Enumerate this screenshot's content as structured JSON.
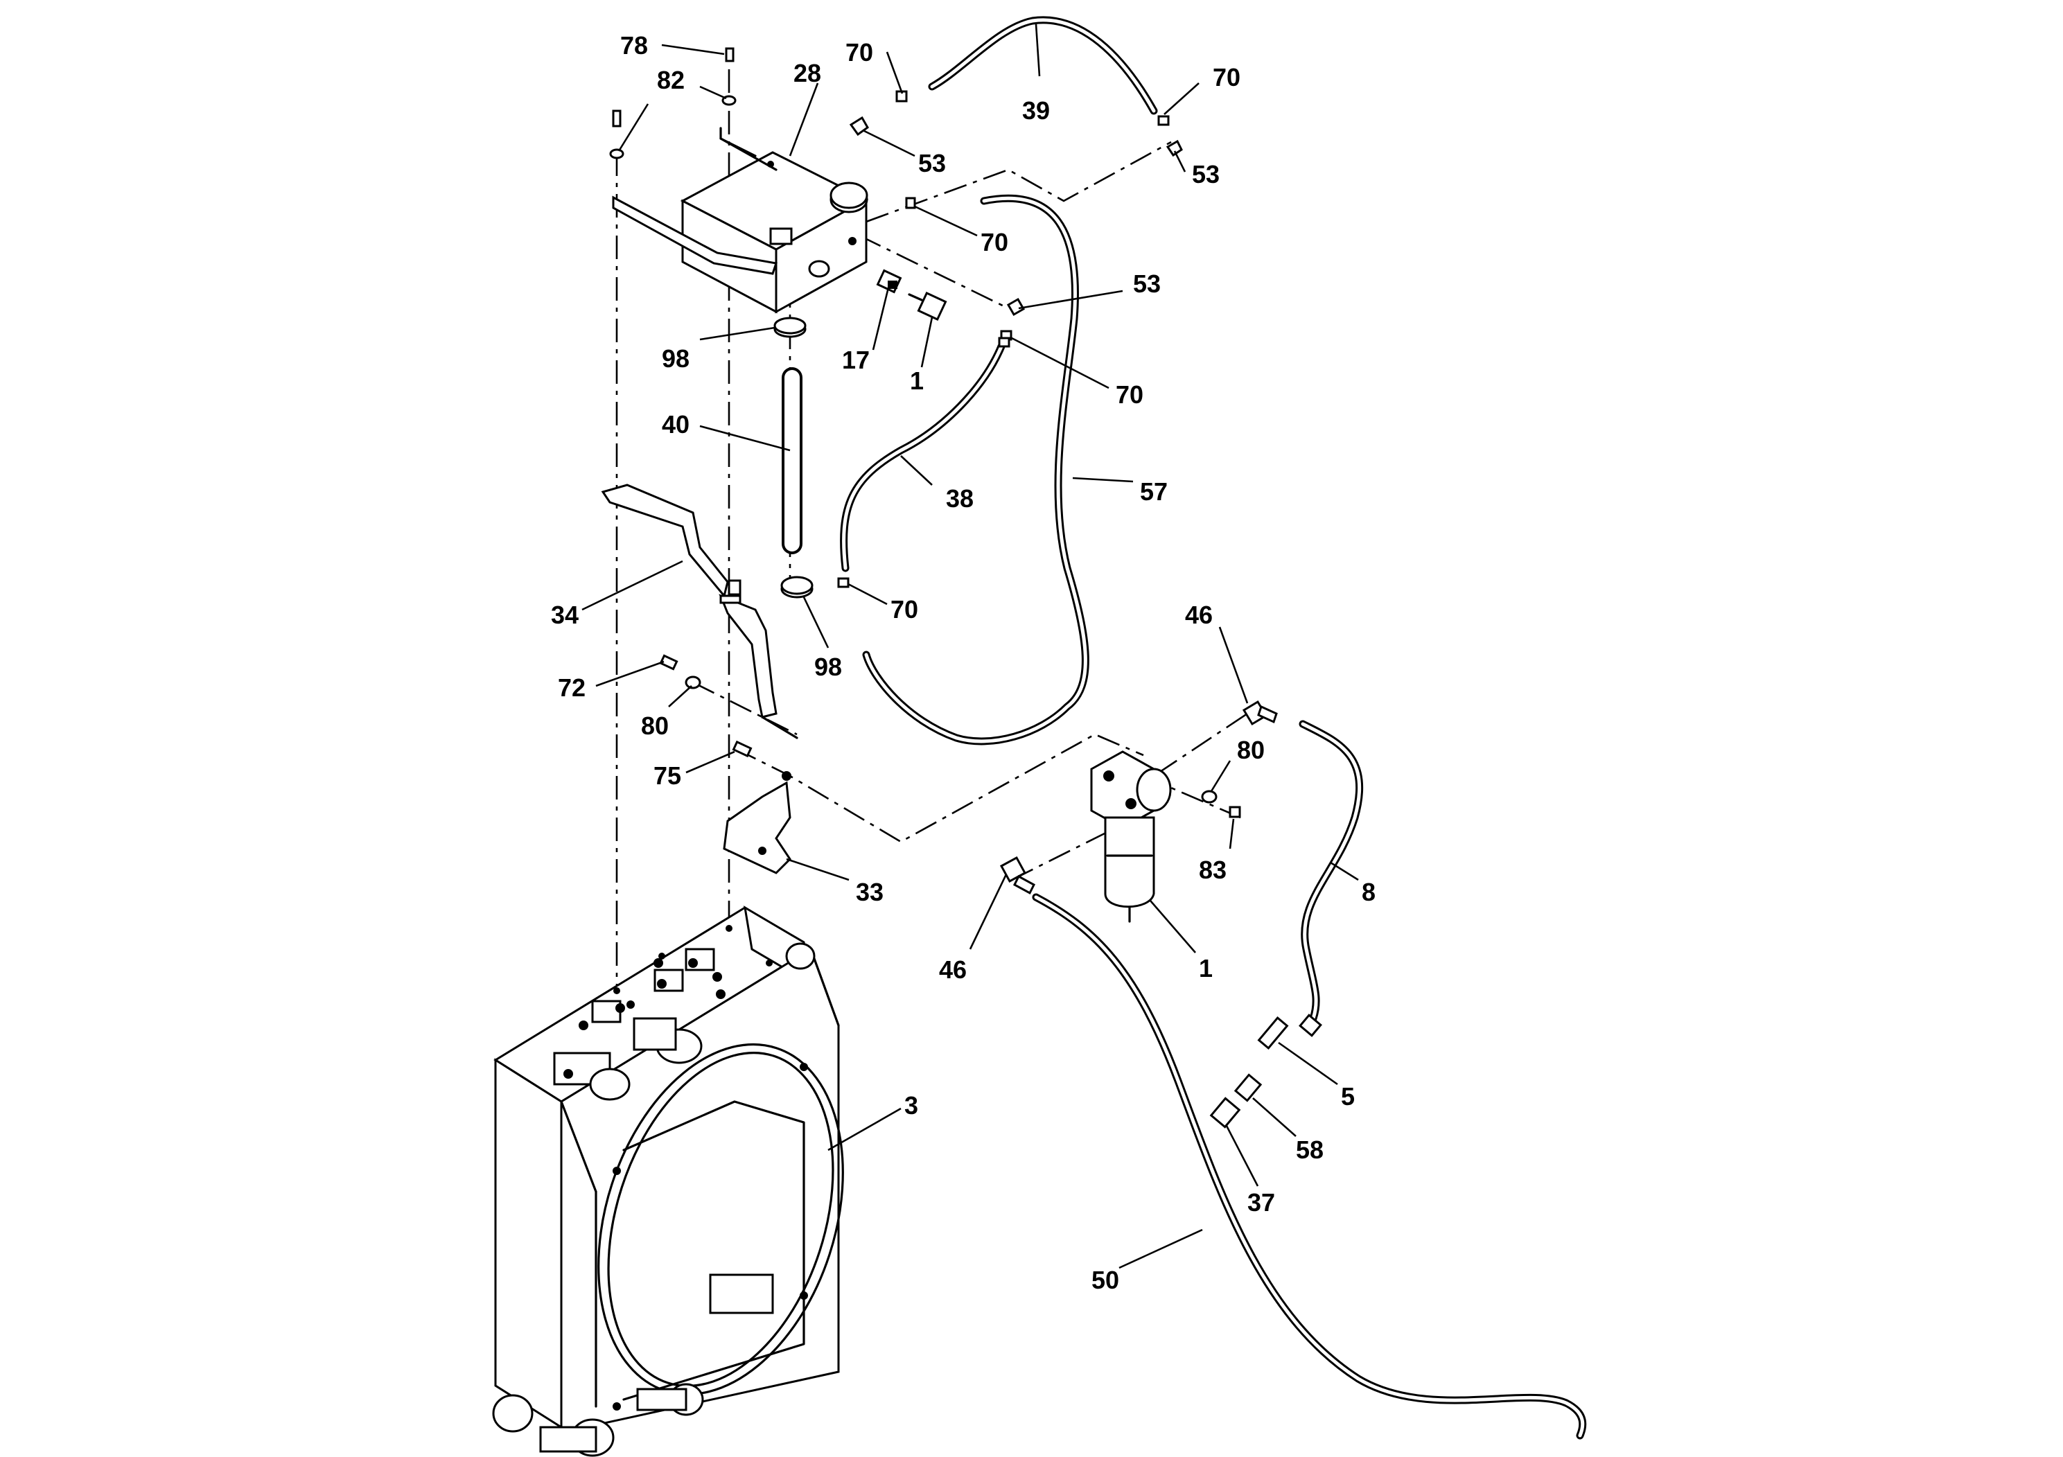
{
  "parts": [
    {
      "id": "p-78",
      "label": "78"
    },
    {
      "id": "p-82",
      "label": "82"
    },
    {
      "id": "p-28",
      "label": "28"
    },
    {
      "id": "p-70-a",
      "label": "70"
    },
    {
      "id": "p-39",
      "label": "39"
    },
    {
      "id": "p-70-b",
      "label": "70"
    },
    {
      "id": "p-53-a",
      "label": "53"
    },
    {
      "id": "p-53-b",
      "label": "53"
    },
    {
      "id": "p-70-c",
      "label": "70"
    },
    {
      "id": "p-53-c",
      "label": "53"
    },
    {
      "id": "p-98-a",
      "label": "98"
    },
    {
      "id": "p-17",
      "label": "17"
    },
    {
      "id": "p-1-a",
      "label": "1"
    },
    {
      "id": "p-70-d",
      "label": "70"
    },
    {
      "id": "p-40",
      "label": "40"
    },
    {
      "id": "p-38",
      "label": "38"
    },
    {
      "id": "p-57",
      "label": "57"
    },
    {
      "id": "p-34",
      "label": "34"
    },
    {
      "id": "p-70-e",
      "label": "70"
    },
    {
      "id": "p-98-b",
      "label": "98"
    },
    {
      "id": "p-46-a",
      "label": "46"
    },
    {
      "id": "p-72",
      "label": "72"
    },
    {
      "id": "p-80-a",
      "label": "80"
    },
    {
      "id": "p-75",
      "label": "75"
    },
    {
      "id": "p-80-b",
      "label": "80"
    },
    {
      "id": "p-83",
      "label": "83"
    },
    {
      "id": "p-8",
      "label": "8"
    },
    {
      "id": "p-33",
      "label": "33"
    },
    {
      "id": "p-46-b",
      "label": "46"
    },
    {
      "id": "p-1-b",
      "label": "1"
    },
    {
      "id": "p-5",
      "label": "5"
    },
    {
      "id": "p-3",
      "label": "3"
    },
    {
      "id": "p-58",
      "label": "58"
    },
    {
      "id": "p-37",
      "label": "37"
    },
    {
      "id": "p-50",
      "label": "50"
    }
  ]
}
